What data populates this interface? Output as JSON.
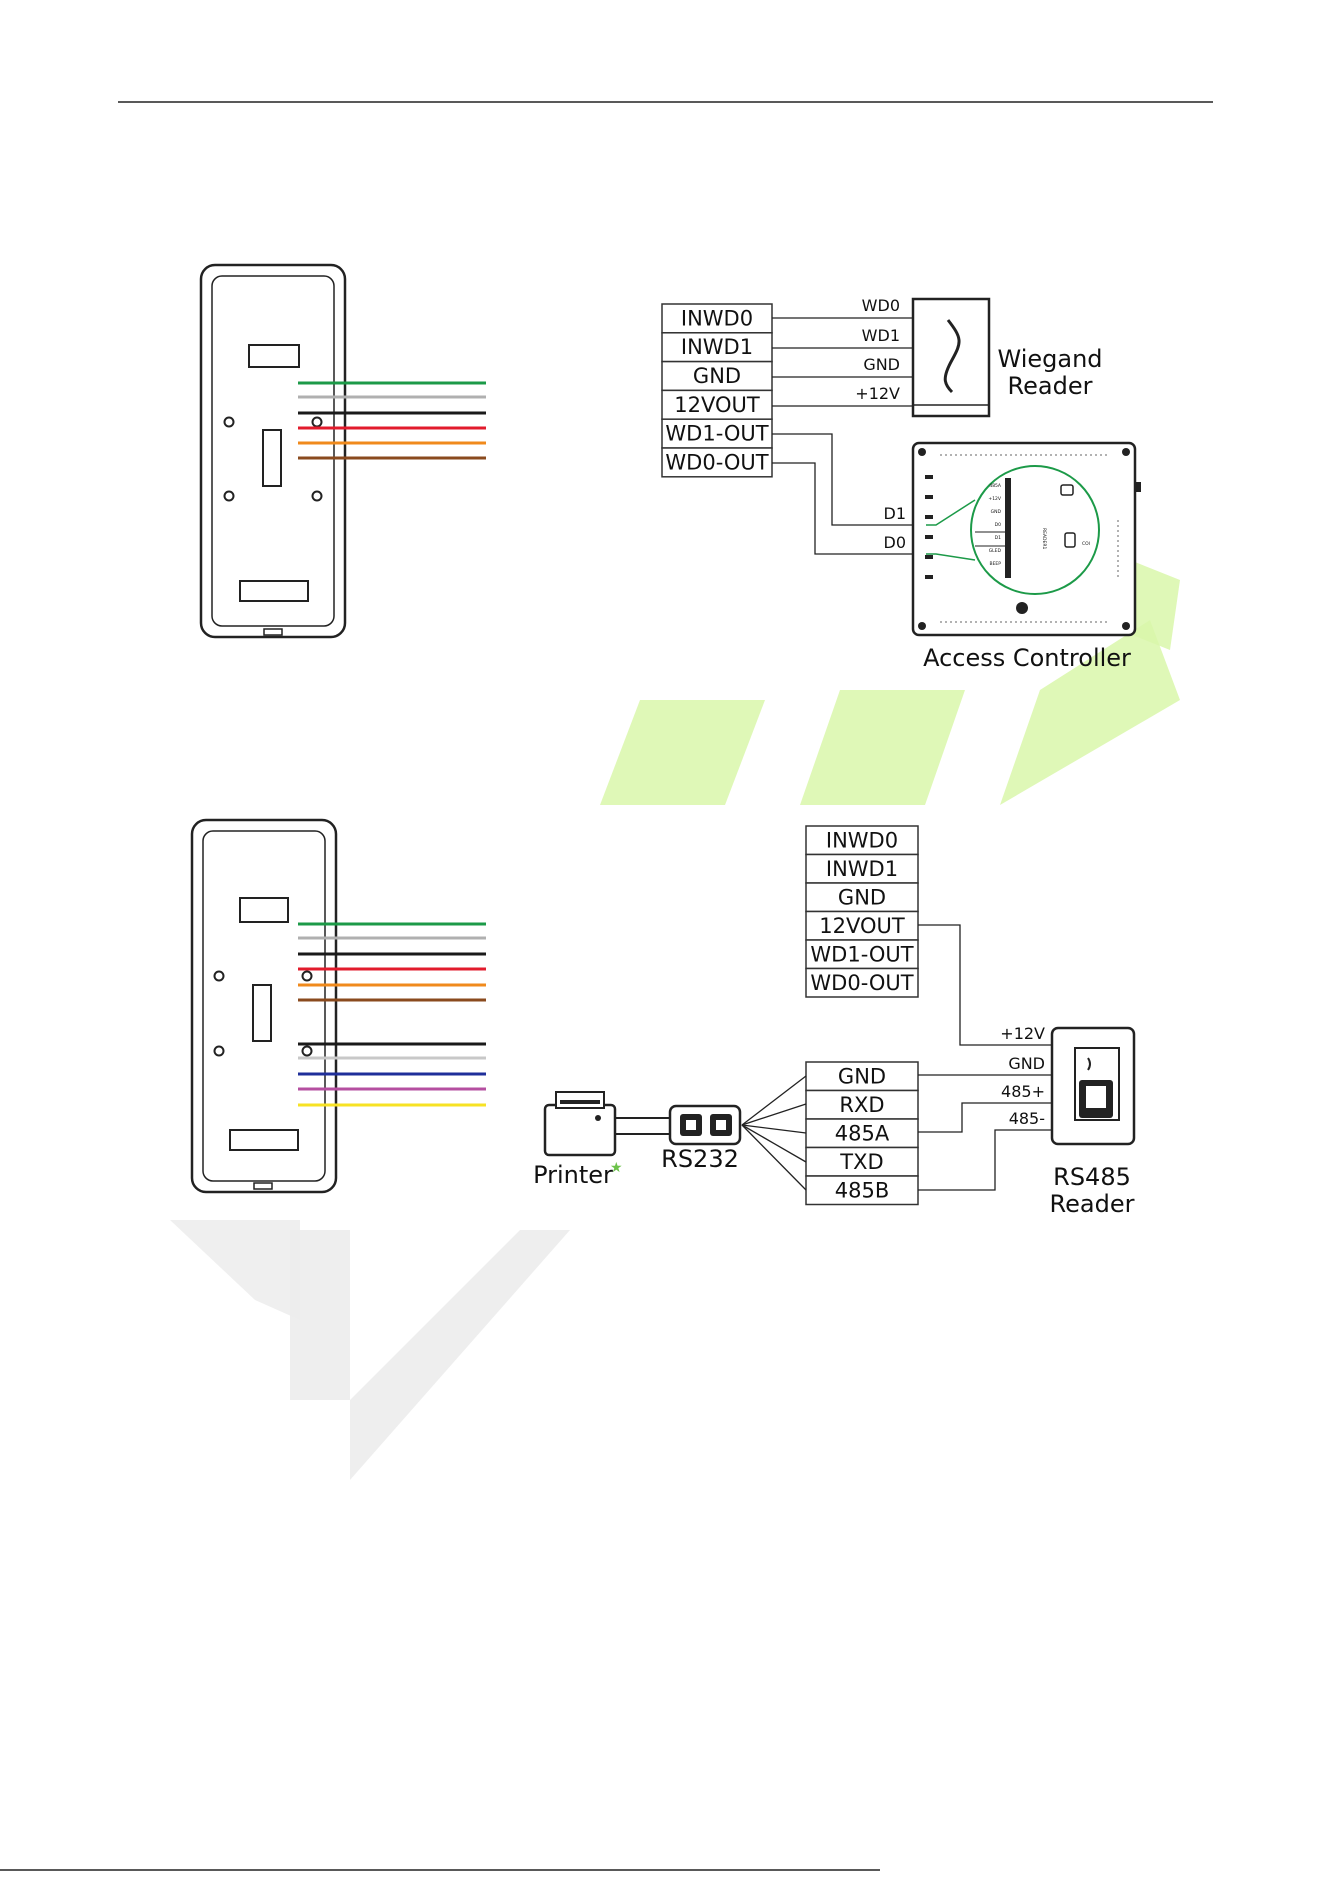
{
  "top_diagram": {
    "terminals": [
      "INWD0",
      "INWD1",
      "GND",
      "12VOUT",
      "WD1-OUT",
      "WD0-OUT"
    ],
    "wire_colors": [
      "#1c9a48",
      "#b0b0b0",
      "#1a1a1a",
      "#e21b2c",
      "#f08a1c",
      "#8a4a1e"
    ],
    "wiegand_wires": [
      "WD0",
      "WD1",
      "GND",
      "+12V"
    ],
    "controller_wires": [
      "D1",
      "D0"
    ],
    "wiegand_reader": {
      "line1": "Wiegand",
      "line2": "Reader"
    },
    "access_controller": "Access Controller",
    "controller_pins": [
      "485A",
      "+12V",
      "GND",
      "D0",
      "D1",
      "GLED",
      "BEEP"
    ],
    "controller_port": "READER1",
    "controller_side_text": "COI"
  },
  "bottom_diagram": {
    "terminals": [
      "INWD0",
      "INWD1",
      "GND",
      "12VOUT",
      "WD1-OUT",
      "WD0-OUT"
    ],
    "wire_colors": [
      "#1c9a48",
      "#b0b0b0",
      "#1a1a1a",
      "#e21b2c",
      "#f08a1c",
      "#8a4a1e",
      "#1a1a1a",
      "#c8c8c8",
      "#1f2f9a",
      "#b54fa0",
      "#f7e224"
    ],
    "serial_terminals": [
      "GND",
      "RXD",
      "485A",
      "TXD",
      "485B"
    ],
    "reader_wires": [
      "+12V",
      "GND",
      "485+",
      "485-"
    ],
    "printer": "Printer",
    "printer_mark": "★",
    "rs232": "RS232",
    "rs485_reader": {
      "line1": "RS485",
      "line2": "Reader"
    }
  },
  "colors": {
    "watermark_green": "#c9f28d",
    "watermark_gray": "#e9e9e9",
    "star_green": "#6cc24a"
  }
}
